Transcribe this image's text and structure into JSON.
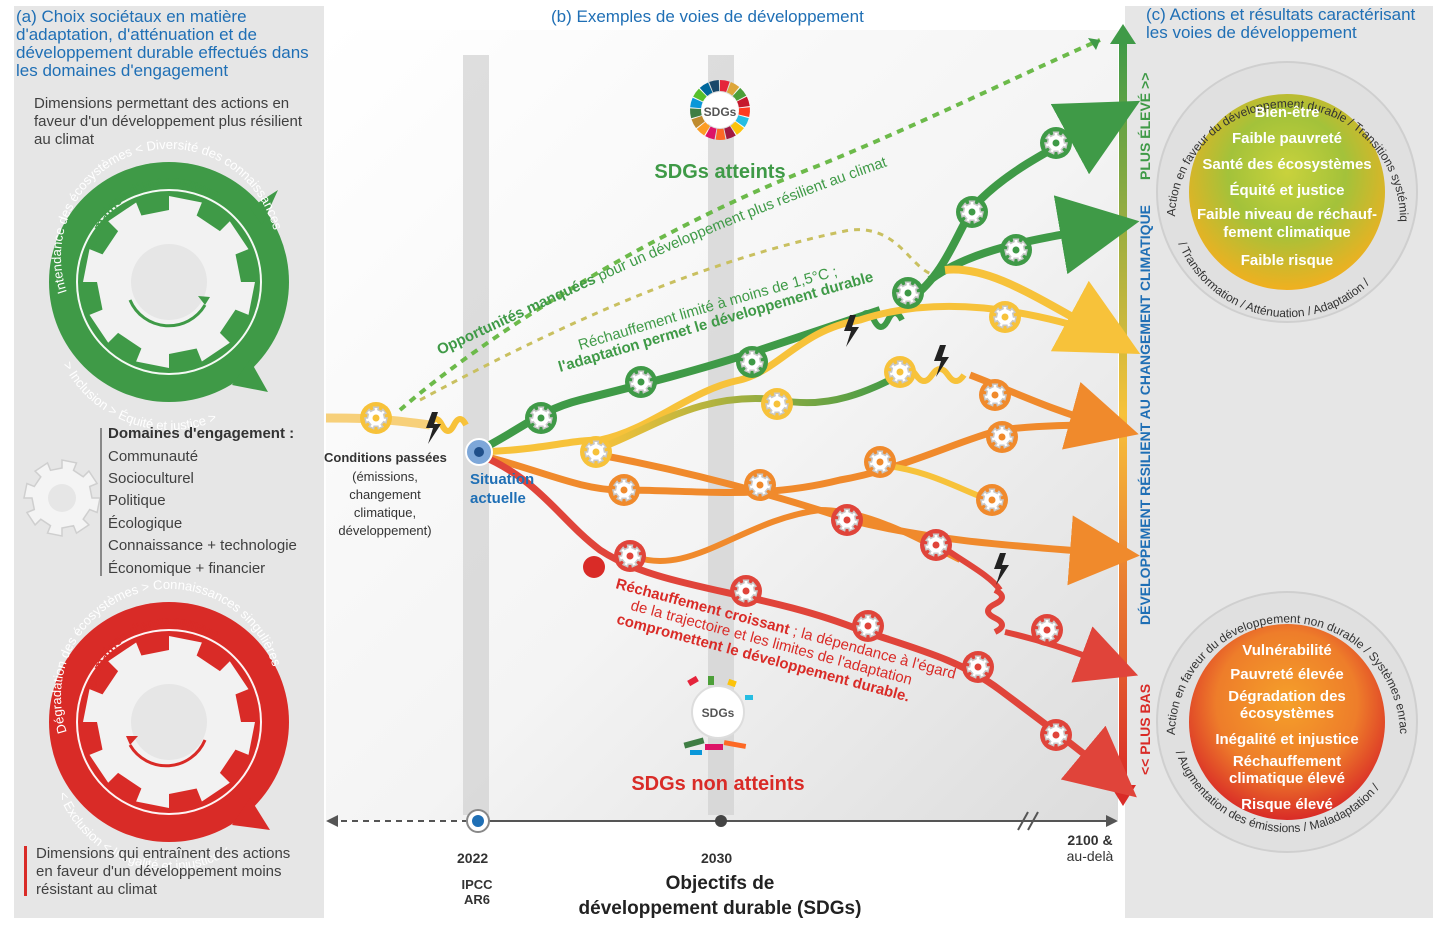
{
  "panel_a": {
    "title": "(a) Choix sociétaux en matière d'adaptation, d'atténuation et de développement durable effectués dans les domaines d'engagement",
    "title_lines": [
      "(a) Choix sociétaux en matière",
      "d'adaptation, d'atténuation et de",
      "développement durable effectués dans",
      "les domaines d'engagement"
    ],
    "dims_resilient_lines": [
      "Dimensions permettant des actions en",
      "faveur d'un développement plus résilient",
      "au climat"
    ],
    "green_gear": {
      "ring_text": "Intendance des écosystèmes < Diversité des connaissances",
      "ring_text_bottom": "> Inclusion > Équité et justice >",
      "center": "Domaines d'engagement",
      "color": "#3f9a47"
    },
    "domains_heading": "Domaines d'engagement :",
    "domains": [
      "Communauté",
      "Socioculturel",
      "Politique",
      "Écologique",
      "Connaissance + technologie",
      "Économique + financier"
    ],
    "red_gear": {
      "ring_text": "Dégradation des écosystèmes > Connaissances singulières",
      "ring_text_bottom": "< Exclusion < Inégalité et injustice <",
      "center": "Domaines d'engagement",
      "color": "#d92b27"
    },
    "dims_less_lines": [
      "Dimensions qui entraînent des actions",
      "en faveur d'un développement moins",
      "résistant au climat"
    ]
  },
  "panel_b": {
    "title": "(b) Exemples de voies de développement",
    "sdg_logo": "SDGs",
    "sdgs_met": "SDGs atteints",
    "sdgs_not_met": "SDGs non atteints",
    "missed_opp_bold": "Opportunités manquées",
    "missed_opp_rest": " pour un développement plus résilient au climat",
    "limited_warming_line1": "Réchauffement limité à moins de 1,5°C ;",
    "limited_warming_line2": "l'adaptation permet le développement durable",
    "rising_line1_bold": "Réchauffement croissant",
    "rising_line1_rest": " ; la dépendance à l'égard",
    "rising_line2": "de la trajectoire et les limites de l'adaptation",
    "rising_line3": "compromettent le développement durable.",
    "past_conditions_bold": "Conditions passées",
    "past_conditions_rest_lines": [
      "(émissions,",
      "changement",
      "climatique,",
      "développement)"
    ],
    "current_situation_lines": [
      "Situation",
      "actuelle"
    ],
    "axis": {
      "year_2022": "2022",
      "ipcc_lines": [
        "IPCC",
        "AR6"
      ],
      "year_2030": "2030",
      "year_2100_lines": [
        "2100 &",
        "au-delà"
      ],
      "label_lines": [
        "Objectifs de",
        "développement durable (SDGs)"
      ]
    }
  },
  "panel_c": {
    "title_lines": [
      "(c) Actions et résultats caractérisant",
      "les voies de développement"
    ],
    "vertical_axis": "DÉVELOPPEMENT RÉSILIENT AU CHANGEMENT CLIMATIQUE",
    "higher": "PLUS ÉLEVÉ >>",
    "lower": "<< PLUS BAS",
    "good_ring_top": "Action en faveur du développement durable / Transitions systémiques",
    "good_ring_bottom": "/ Transformation / Atténuation / Adaptation /",
    "good_outcomes": [
      "Bien-être",
      "Faible pauvreté",
      "Santé des écosystèmes",
      "Équité et justice",
      "Faible niveau de réchauf-",
      "fement climatique",
      "Faible risque"
    ],
    "bad_ring_top": "Action en faveur du développement non durable / Systèmes enracinés",
    "bad_ring_bottom": "/ Augmentation des émissions / Maladaptation /",
    "bad_outcomes": [
      "Vulnérabilité",
      "Pauvreté élevée",
      "Dégradation des",
      "écosystèmes",
      "Inégalité et injustice",
      "Réchauffement",
      "climatique élevé",
      "Risque élevé"
    ]
  },
  "colors": {
    "green": "#3f9a47",
    "red": "#d92b27",
    "orange": "#f08a2c",
    "yellow": "#f7c23a",
    "blue_heading": "#1f6fb5"
  }
}
